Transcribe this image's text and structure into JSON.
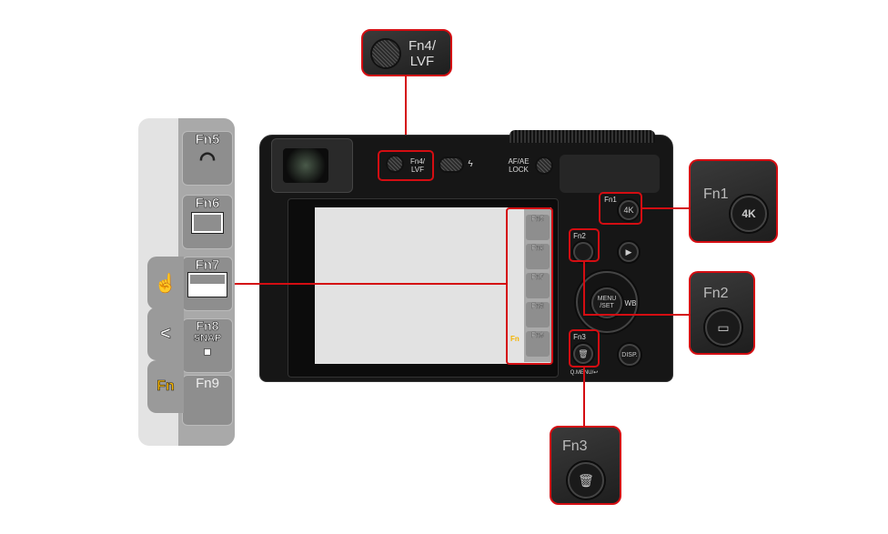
{
  "callouts": {
    "fn4": {
      "label_line1": "Fn4/",
      "label_line2": "LVF"
    },
    "fn1": {
      "label": "Fn1",
      "icon_text": "4K"
    },
    "fn2": {
      "label": "Fn2"
    },
    "fn3": {
      "label": "Fn3"
    }
  },
  "camera": {
    "fn4_line1": "Fn4/",
    "fn4_line2": "LVF",
    "flash_symbol": "ϟ",
    "afae_line1": "AF/AE",
    "afae_line2": "LOCK",
    "fn1": "Fn1",
    "fn1_icon": "4K",
    "fn2": "Fn2",
    "fn3": "Fn3",
    "menu_line1": "MENU",
    "menu_line2": "/SET",
    "wb": "WB",
    "disp": "DISP.",
    "qmenu": "Q.MENU/↩"
  },
  "touch_panel": {
    "tiles": [
      {
        "label": "Fn5",
        "icon": "wifi-icon"
      },
      {
        "label": "Fn6",
        "icon": "level-gauge-icon"
      },
      {
        "label": "Fn7",
        "icon": "histogram-icon"
      },
      {
        "label": "Fn8",
        "sub": "SNAP",
        "icon": "movie-camera-icon"
      },
      {
        "label": "Fn9"
      }
    ],
    "tabs": [
      {
        "icon": "touch-hand-icon",
        "glyph": "☝"
      },
      {
        "icon": "chevron-left-icon",
        "glyph": "<"
      },
      {
        "label": "Fn",
        "color": "#f5b400"
      }
    ]
  }
}
